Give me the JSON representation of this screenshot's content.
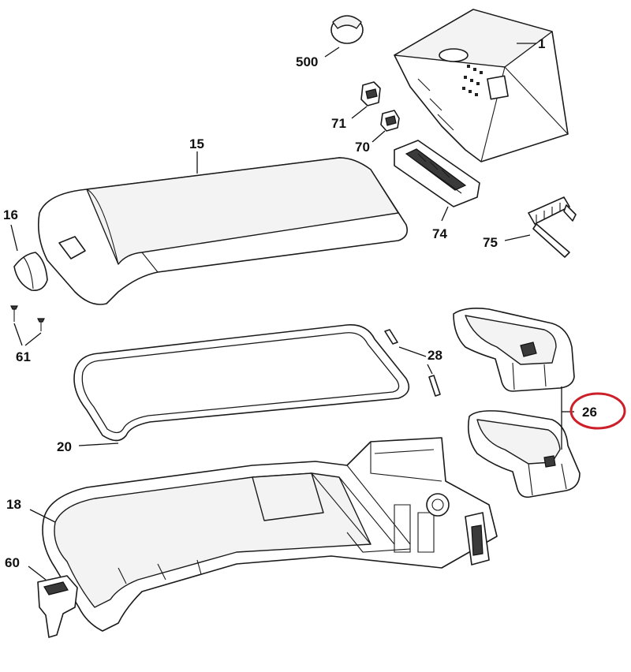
{
  "callouts": {
    "p1": "1",
    "p500": "500",
    "p71": "71",
    "p70": "70",
    "p15": "15",
    "p74": "74",
    "p75": "75",
    "p16": "16",
    "p61": "61",
    "p28": "28",
    "p26": "26",
    "p20": "20",
    "p18": "18",
    "p60": "60"
  },
  "highlight": {
    "part": "26",
    "ring_color": "#cc1f2a"
  }
}
